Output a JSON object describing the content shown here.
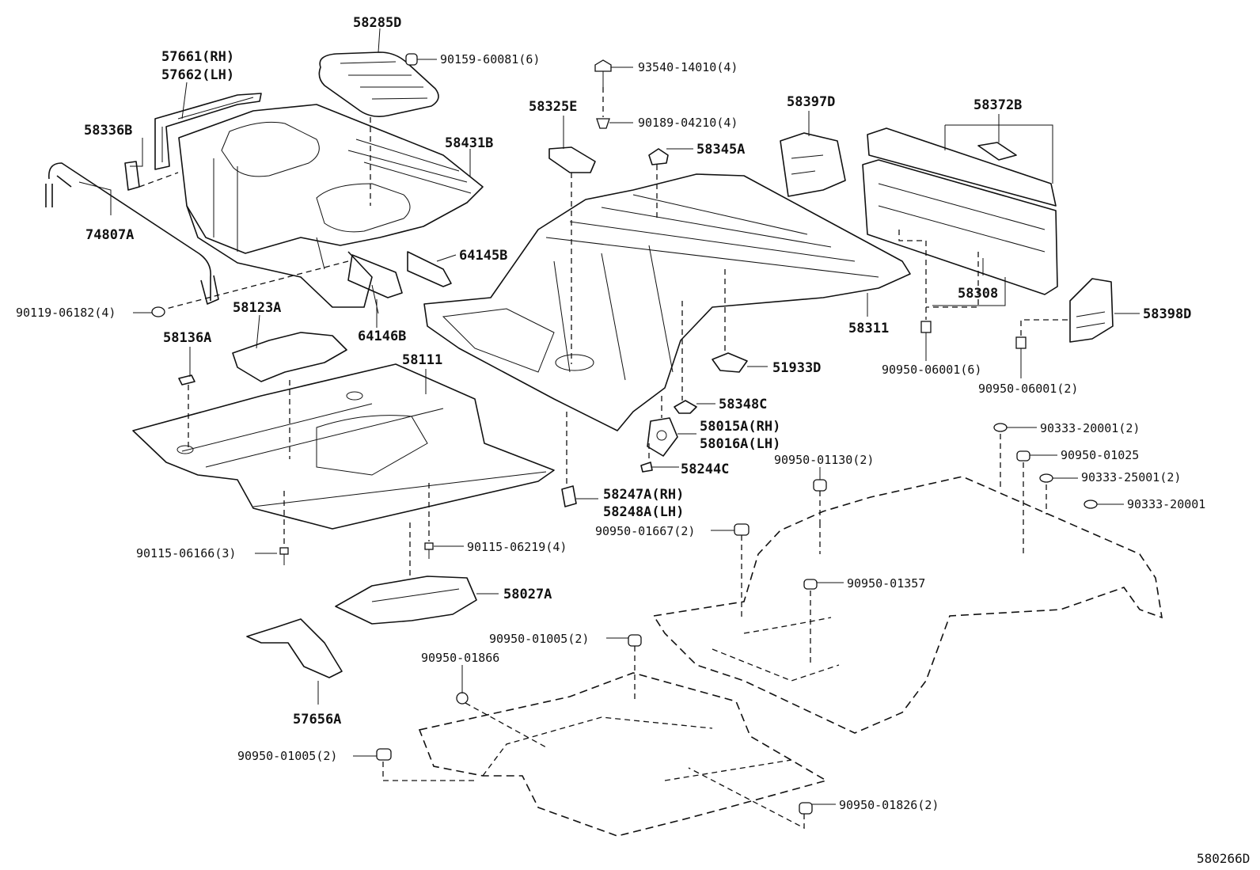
{
  "labels": [
    "58285D",
    "57661(RH)",
    "57662(LH)",
    "90159-60081(6)",
    "93540-14010(4)",
    "90189-04210(4)",
    "58325E",
    "58397D",
    "58372B",
    "58336B",
    "58431B",
    "58345A",
    "74807A",
    "64145B",
    "58308",
    "58398D",
    "90119-06182(4)",
    "58123A",
    "64146B",
    "58311",
    "58136A",
    "58111",
    "51933D",
    "90950-06001(6)",
    "90950-06001(2)",
    "58348C",
    "58015A(RH)",
    "58016A(LH)",
    "90333-20001(2)",
    "90950-01025",
    "58244C",
    "90950-01130(2)",
    "90333-25001(2)",
    "90333-20001",
    "58247A(RH)",
    "58248A(LH)",
    "90950-01667(2)",
    "90115-06166(3)",
    "90115-06219(4)",
    "90950-01357",
    "58027A",
    "90950-01005(2)",
    "90950-01866",
    "57656A",
    "90950-01005(2)",
    "90950-01826(2)"
  ],
  "diagram_ref": "580266D"
}
